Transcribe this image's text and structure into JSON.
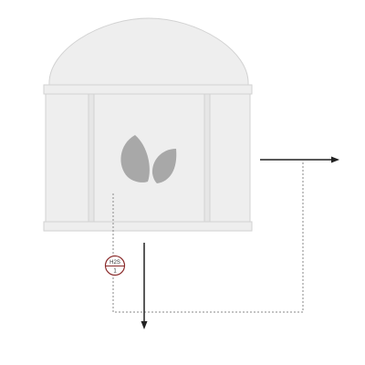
{
  "diagram": {
    "instrument": {
      "tag": "H2S",
      "number": "1"
    },
    "colors": {
      "tank_fill": "#eeeeee",
      "tank_stroke": "#d2d2d2",
      "leaf": "#a8a8a8",
      "flow_line": "#222222",
      "signal_line": "#8a8a8a",
      "instrument_stroke": "#8a2a2a"
    },
    "icons": {
      "dome": "dome-roof",
      "emblem": "leaf-icon",
      "outlet_arrow": "arrow-right-icon",
      "drain_arrow": "arrow-down-icon"
    }
  }
}
